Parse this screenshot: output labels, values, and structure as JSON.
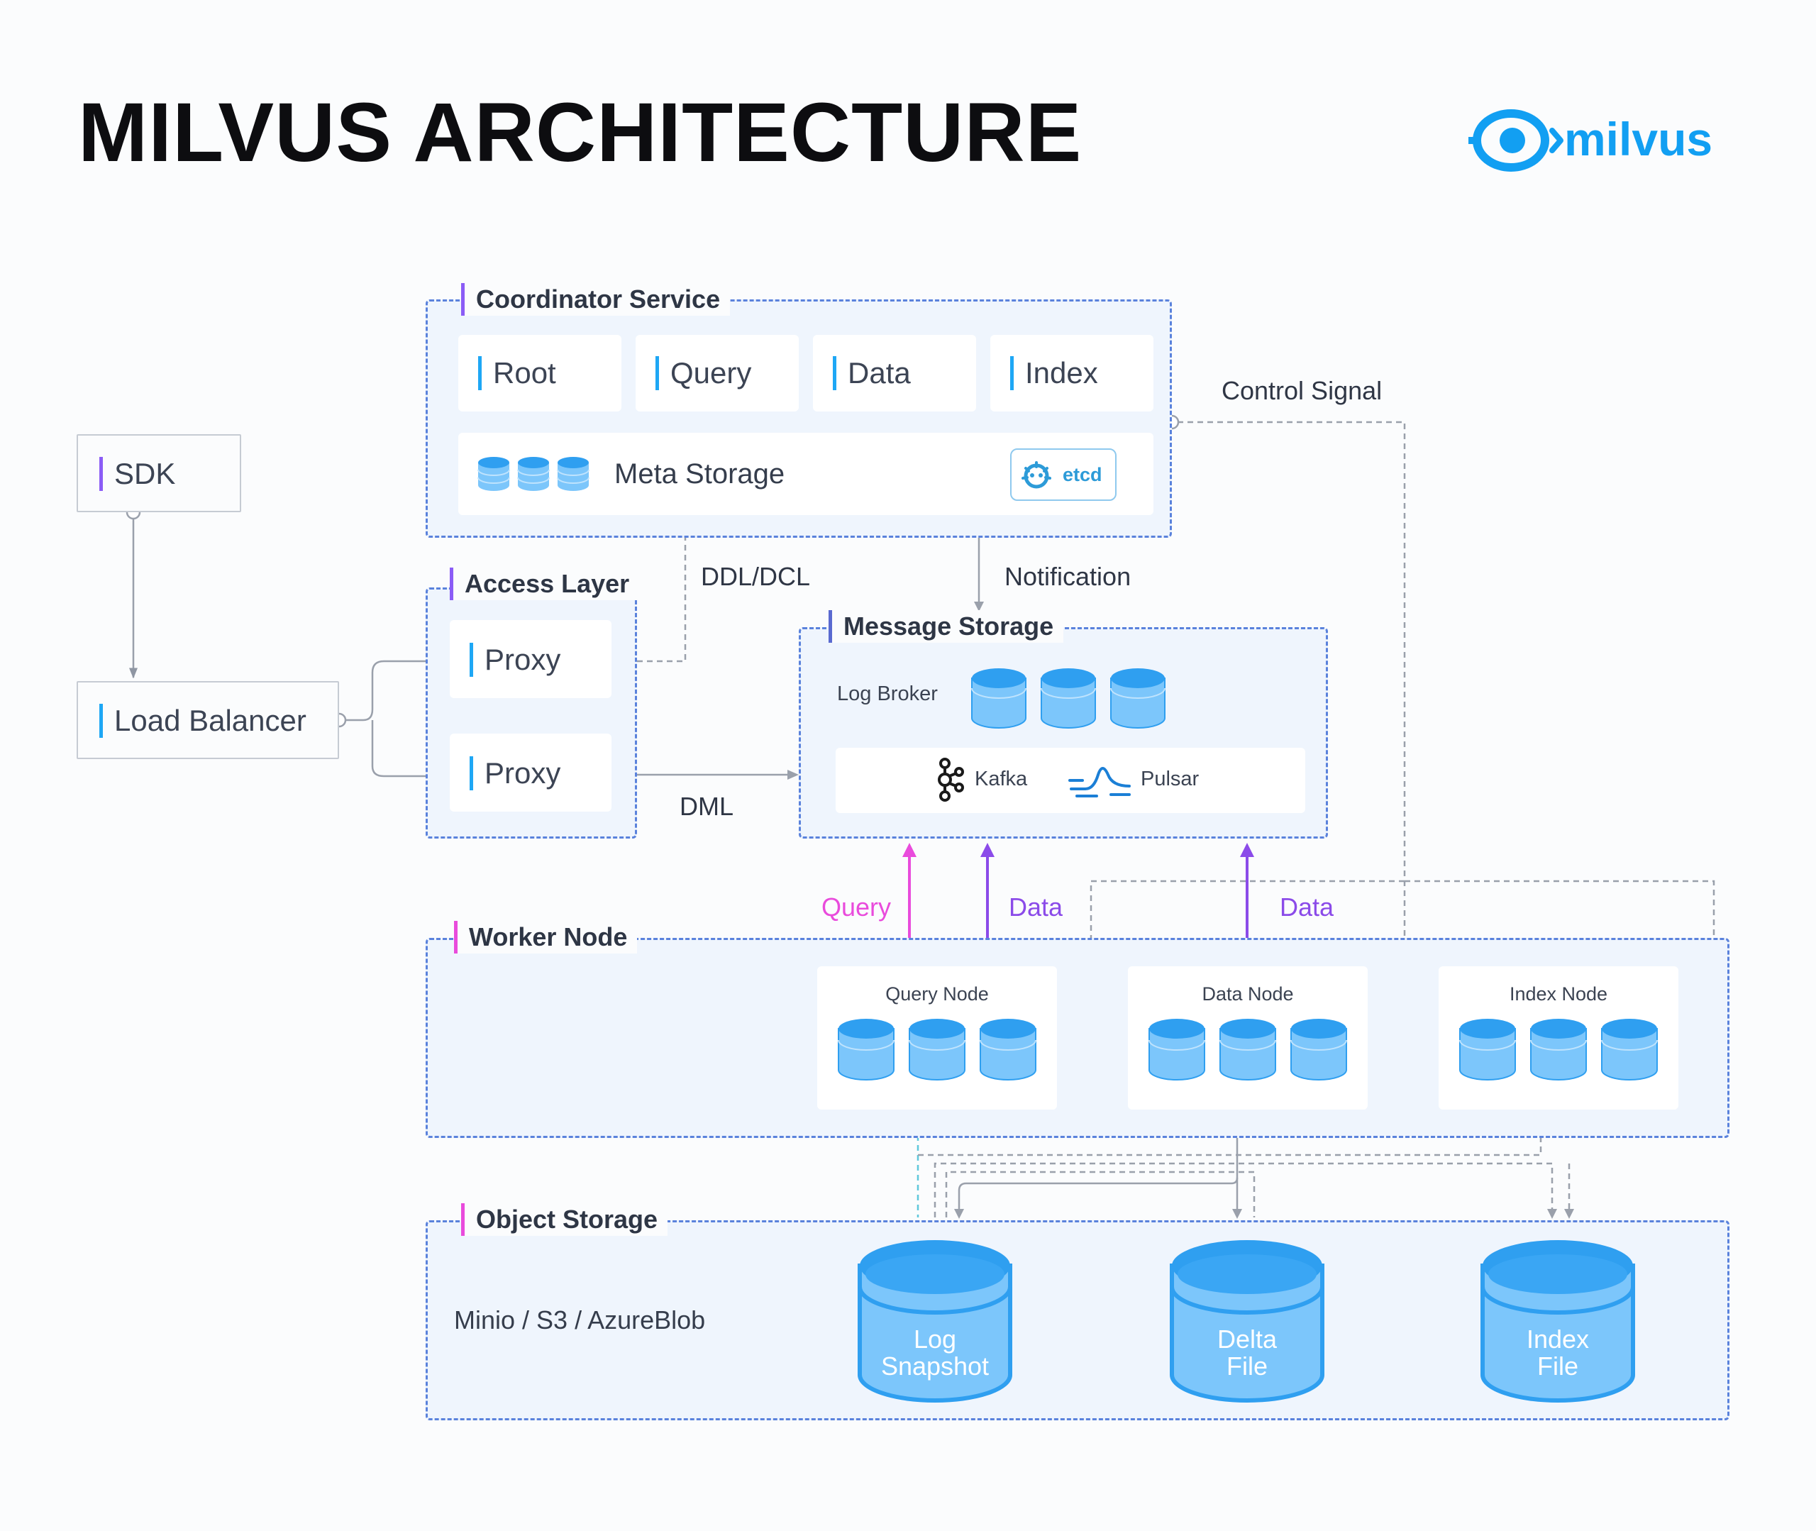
{
  "title": "MILVUS ARCHITECTURE",
  "logo": {
    "text": "milvus",
    "icon": "milvus-eye-icon",
    "color": "#129ff2"
  },
  "sdk": {
    "label": "SDK"
  },
  "load_balancer": {
    "label": "Load Balancer"
  },
  "coordinator_service": {
    "title": "Coordinator Service",
    "coordinators": [
      "Root",
      "Query",
      "Data",
      "Index"
    ],
    "meta_storage": {
      "label": "Meta Storage",
      "badge": "etcd"
    }
  },
  "access_layer": {
    "title": "Access Layer",
    "proxies": [
      "Proxy",
      "Proxy"
    ]
  },
  "message_storage": {
    "title": "Message Storage",
    "log_broker": "Log Broker",
    "brokers": [
      {
        "name": "Kafka",
        "icon": "kafka-icon"
      },
      {
        "name": "Pulsar",
        "icon": "pulsar-icon"
      }
    ]
  },
  "worker_node": {
    "title": "Worker Node",
    "nodes": [
      "Query Node",
      "Data Node",
      "Index Node"
    ]
  },
  "object_storage": {
    "title": "Object Storage",
    "backends": "Minio / S3 / AzureBlob",
    "files": [
      {
        "line1": "Log",
        "line2": "Snapshot"
      },
      {
        "line1": "Delta",
        "line2": "File"
      },
      {
        "line1": "Index",
        "line2": "File"
      }
    ]
  },
  "edges": {
    "control_signal": "Control Signal",
    "ddl_dcl": "DDL/DCL",
    "notification": "Notification",
    "dml": "DML",
    "query": "Query",
    "data_1": "Data",
    "data_2": "Data"
  },
  "colors": {
    "accent_blue": "#1ea7f5",
    "accent_purple": "#8b5cf6",
    "query_pink": "#e94bdc",
    "data_purple": "#8b4be9",
    "cylinder_fill": "#7cc6fb",
    "cylinder_top": "#2f9ff0"
  }
}
